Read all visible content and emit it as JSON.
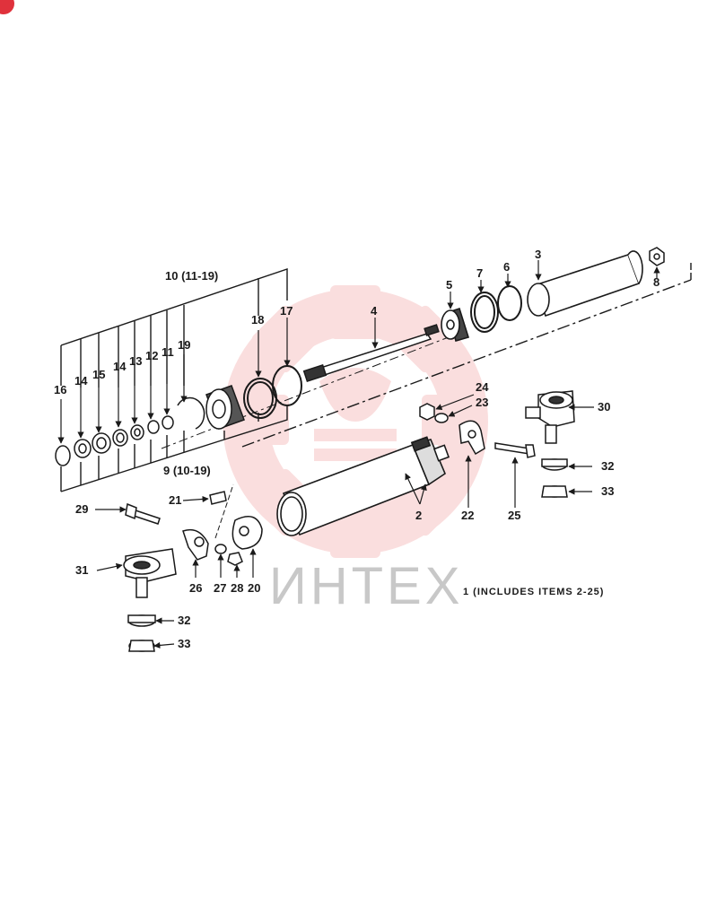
{
  "watermark": {
    "text": "ИНТЕХ",
    "color": "#f4b8b8"
  },
  "callouts": {
    "c10": "10 (11-19)",
    "c9": "9 (10-19)",
    "c16": "16",
    "c14a": "14",
    "c15": "15",
    "c14b": "14",
    "c13": "13",
    "c12": "12",
    "c11": "11",
    "c19": "19",
    "c18": "18",
    "c17": "17",
    "c4": "4",
    "c5": "5",
    "c7": "7",
    "c6": "6",
    "c3": "3",
    "c8": "8",
    "c24": "24",
    "c23": "23",
    "c30": "30",
    "c32a": "32",
    "c33a": "33",
    "c2": "2",
    "c22": "22",
    "c25": "25",
    "c21": "21",
    "c29": "29",
    "c31": "31",
    "c26": "26",
    "c27": "27",
    "c28": "28",
    "c20": "20",
    "c32b": "32",
    "c33b": "33"
  },
  "note": "1 (INCLUDES ITEMS 2-25)"
}
